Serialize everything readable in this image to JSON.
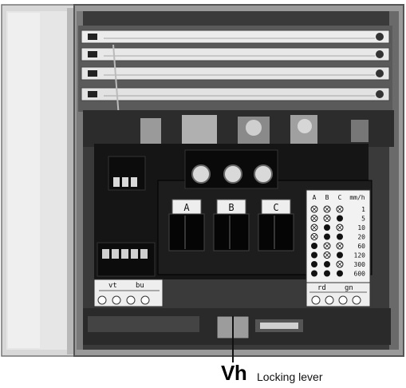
{
  "panel": {
    "labels": {
      "a": "A",
      "b": "B",
      "c": "C"
    },
    "left_terminal": {
      "label_1": "vt",
      "label_2": "bu"
    },
    "right_terminal": {
      "label_1": "rd",
      "label_2": "gn"
    },
    "speed_table": {
      "header": [
        "A",
        "B",
        "C",
        "mm/h"
      ],
      "rows": [
        {
          "speed": "1"
        },
        {
          "speed": "5"
        },
        {
          "speed": "10"
        },
        {
          "speed": "20"
        },
        {
          "speed": "60"
        },
        {
          "speed": "120"
        },
        {
          "speed": "300"
        },
        {
          "speed": "600"
        }
      ]
    }
  },
  "callout": {
    "code": "Vh",
    "description": "Locking lever"
  }
}
